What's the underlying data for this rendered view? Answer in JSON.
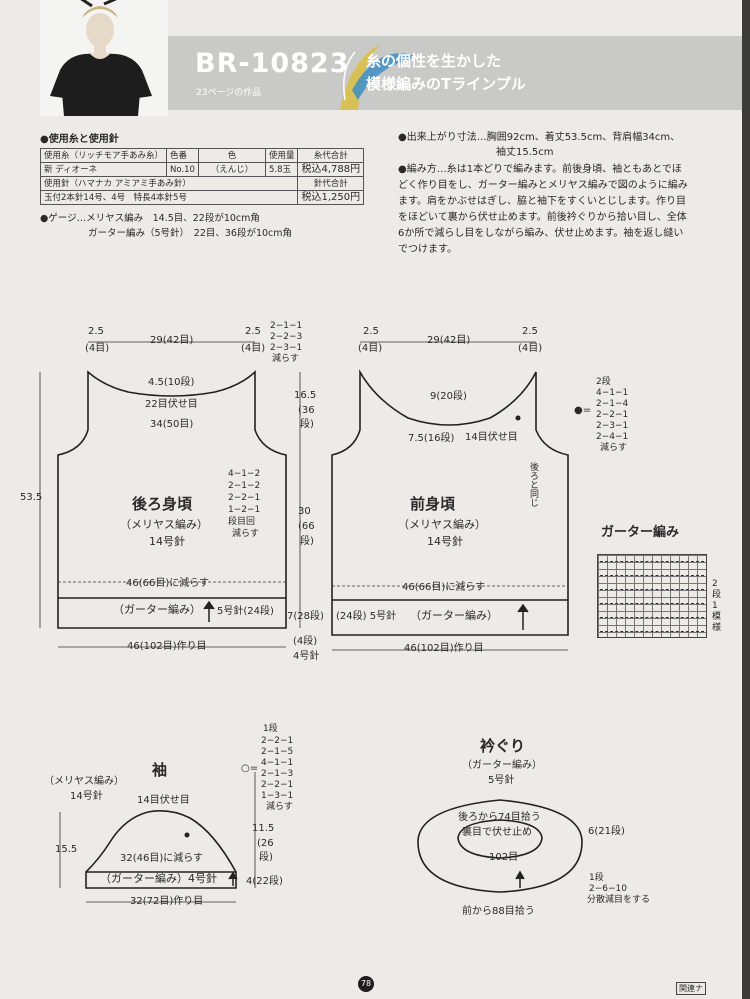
{
  "header": {
    "code": "BR-10823",
    "page_ref": "23ページの作品",
    "title_line1": "糸の個性を生かした",
    "title_line2": "模様編みのTラインプル"
  },
  "materials": {
    "heading": "●使用糸と使用針",
    "yarn_header": [
      "使用糸（リッチモア手あみ糸）",
      "色番",
      "色",
      "使用量",
      "糸代合計"
    ],
    "yarn_row": [
      "新 ディオーネ",
      "No.10",
      "（えんじ）",
      "5.8玉",
      "税込4,788円"
    ],
    "needle_header": "使用針（ハマナカ アミアミ手あみ針）",
    "needle_total_label": "針代合計",
    "needle_row": "玉付2本針14号、4号　特長4本針5号",
    "needle_total": "税込1,250円",
    "gauge1": "●ゲージ…メリヤス編み　14.5目、22段が10cm角",
    "gauge2": "ガーター編み（5号針）　22目、36段が10cm角"
  },
  "instructions": {
    "size_line1": "●出来上がり寸法…胸囲92cm、着丈53.5cm、背肩幅34cm、",
    "size_line2": "袖丈15.5cm",
    "body": [
      "●編み方…糸は1本どりで編みます。前後身頃、袖ともあとでほ",
      "どく作り目をし、ガーター編みとメリヤス編みで図のように編み",
      "ます。肩をかぶせはぎし、脇と袖下をすくいとじします。作り目",
      "をほどいて裏から伏せ止めます。前後衿ぐりから拾い目し、全体",
      "6か所で減らし目をしながら編み、伏せ止めます。袖を返し縫い",
      "でつけます。"
    ]
  },
  "back": {
    "label": "後ろ身頃",
    "sub": "（メリヤス編み）",
    "needle": "14号針",
    "top_left": [
      "2.5",
      "(4目)"
    ],
    "top_mid": "29(42目)",
    "top_right": [
      "2.5",
      "(4目)"
    ],
    "shoulder_dec": [
      "2−1−1",
      "2−2−3",
      "2−3−1",
      "減らす"
    ],
    "neck_depth": "4.5(10段)",
    "neck_bind": "22目伏せ目",
    "shoulder_width": "34(50目)",
    "armhole": [
      "16.5",
      "(36",
      "段)"
    ],
    "armhole_dec": [
      "4−1−2",
      "2−1−2",
      "2−2−1",
      "1−2−1",
      "段目回",
      "減らす"
    ],
    "side": [
      "30",
      "(66",
      "段)"
    ],
    "total_height": "53.5",
    "reduce": "46(66目)に減らす",
    "garter": "（ガーター編み）",
    "garter_needle": "5号針(24段)",
    "cast_on": "46(102目)作り目"
  },
  "front": {
    "label": "前身頃",
    "sub": "（メリヤス編み）",
    "needle": "14号針",
    "top_left": [
      "2.5",
      "(4目)"
    ],
    "top_mid": "29(42目)",
    "top_right": [
      "2.5",
      "(4目)"
    ],
    "neck_depth": "9(20段)",
    "neck_mid": "7.5(16段)",
    "neck_bind": "14目伏せ目",
    "same_as_back": "後ろと同じ",
    "reduce": "46(66目)に減らす",
    "garter_needle": "(24段) 5号針",
    "garter": "（ガーター編み）",
    "cast_on": "46(102目)作り目",
    "hem_height": "7(28段)",
    "hem_rows": "(4段)",
    "hem_needle": "4号針"
  },
  "neck_dec_list": [
    "2段",
    "4−1−1",
    "2−1−4",
    "2−2−1",
    "2−3−1",
    "2−4−1",
    "減らす"
  ],
  "garter_swatch": {
    "label": "ガーター編み",
    "side": [
      "2",
      "段",
      "1",
      "模",
      "様"
    ]
  },
  "sleeve": {
    "label": "袖",
    "sub": "（メリヤス編み）",
    "needle": "14号針",
    "top_bind": "14目伏せ目",
    "height": "15.5",
    "reduce": "32(46目)に減らす",
    "garter": "（ガーター編み）4号針",
    "cast_on": "32(72目)作り目",
    "cap": [
      "11.5",
      "(26",
      "段)"
    ],
    "cuff": "4(22段)",
    "dec_list": [
      "1段",
      "2−2−1",
      "2−1−5",
      "4−1−1",
      "2−1−3",
      "2−2−1",
      "1−3−1",
      "減らす"
    ]
  },
  "neckband": {
    "label": "衿ぐり",
    "sub": "（ガーター編み）",
    "needle": "5号針",
    "pick_back": "後ろから74目拾う",
    "bind_wrong": "裏目で伏せ止め",
    "rows": "6(21段)",
    "stitches": "102目",
    "dec_note": [
      "1段",
      "2−6−10",
      "分散減目をする"
    ],
    "pick_front": "前から88目拾う"
  },
  "footer": {
    "page_number": "78",
    "tag": "関連ナ"
  }
}
